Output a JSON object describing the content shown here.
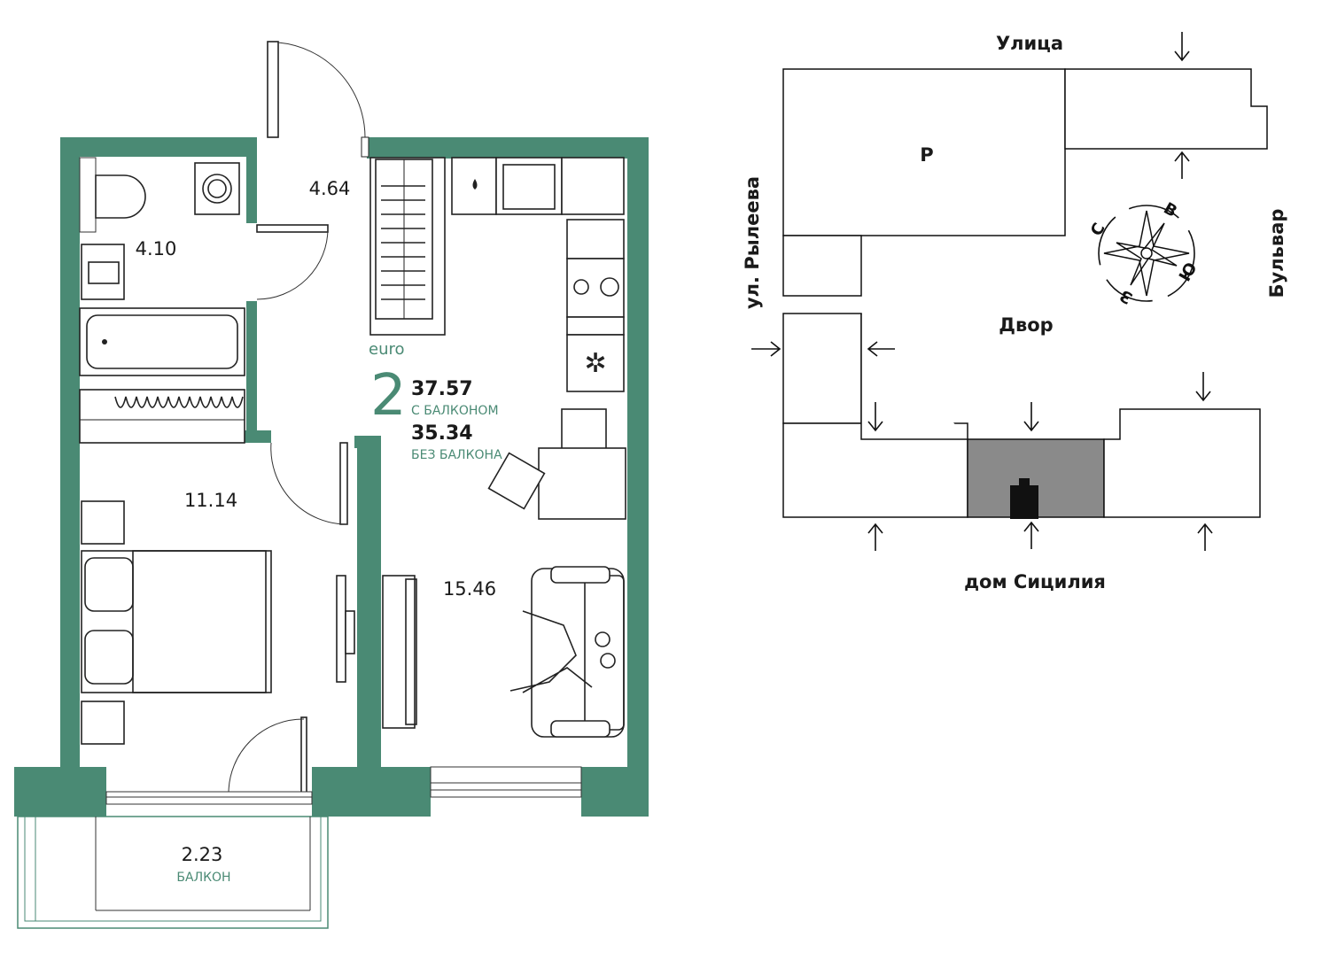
{
  "plan": {
    "colors": {
      "wall": "#4a8a74",
      "accent": "#4a8a74",
      "ink": "#1a1a1a"
    },
    "layout_type": "euro",
    "rooms_count": "2",
    "total_with_balcony": "37.57",
    "with_balcony_label": "С БАЛКОНОМ",
    "total_without_balcony": "35.34",
    "without_balcony_label": "БЕЗ БАЛКОНА",
    "room_areas": {
      "hall": "4.64",
      "bathroom": "4.10",
      "bedroom": "11.14",
      "living": "15.46",
      "balcony": "2.23"
    },
    "balcony_label": "БАЛКОН"
  },
  "site": {
    "colors": {
      "highlight": "#8a8a8a"
    },
    "street_top": "Улица",
    "street_left": "ул. Рылеева",
    "street_right": "Бульвар",
    "yard": "Двор",
    "parking": "P",
    "house": "дом Сицилия",
    "compass": {
      "north": "С",
      "east": "В",
      "south": "Ю",
      "west": "З"
    }
  }
}
